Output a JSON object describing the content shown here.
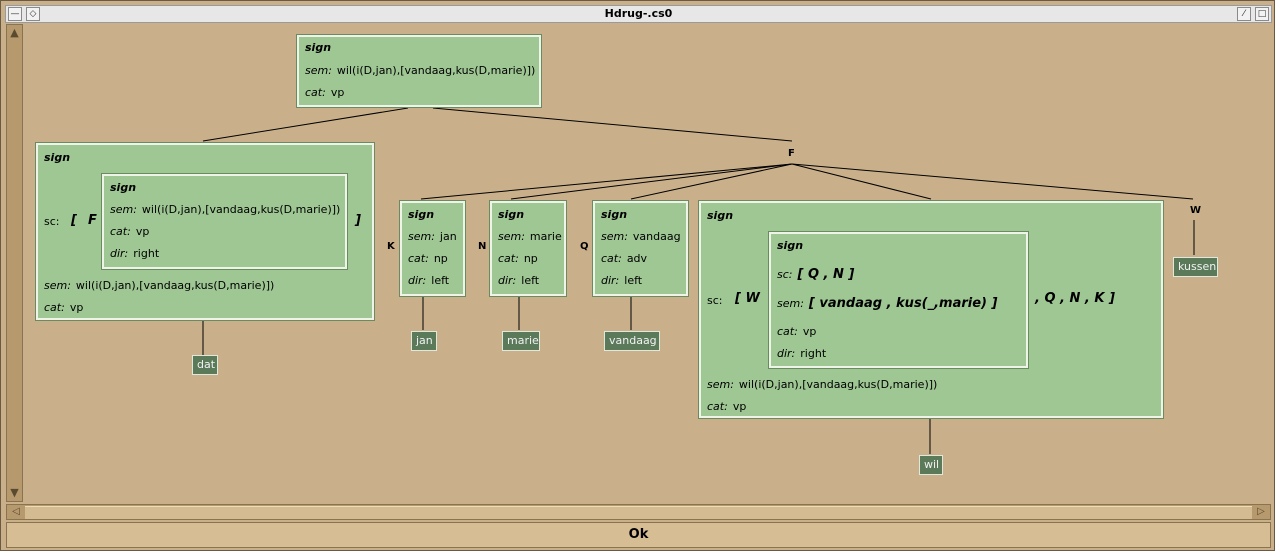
{
  "window": {
    "title": "Hdrug-.cs0",
    "ok_label": "Ok"
  },
  "root": {
    "header": "sign",
    "sem_key": "sem:",
    "sem": "wil(i(D,jan),[vandaag,kus(D,marie)])",
    "cat_key": "cat:",
    "cat": "vp"
  },
  "dat_node": {
    "header": "sign",
    "sc_key": "sc:",
    "sc_open": "[",
    "sc_var": "F",
    "sc_close": "]",
    "inner": {
      "header": "sign",
      "sem_key": "sem:",
      "sem": "wil(i(D,jan),[vandaag,kus(D,marie)])",
      "cat_key": "cat:",
      "cat": "vp",
      "dir_key": "dir:",
      "dir": "right"
    },
    "sem_key": "sem:",
    "sem": "wil(i(D,jan),[vandaag,kus(D,marie)])",
    "cat_key": "cat:",
    "cat": "vp",
    "leaf": "dat"
  },
  "vars": {
    "F": "F",
    "K": "K",
    "N": "N",
    "Q": "Q",
    "W": "W"
  },
  "jan_node": {
    "header": "sign",
    "sem_key": "sem:",
    "sem": "jan",
    "cat_key": "cat:",
    "cat": "np",
    "dir_key": "dir:",
    "dir": "left",
    "leaf": "jan"
  },
  "marie_node": {
    "header": "sign",
    "sem_key": "sem:",
    "sem": "marie",
    "cat_key": "cat:",
    "cat": "np",
    "dir_key": "dir:",
    "dir": "left",
    "leaf": "marie"
  },
  "vandaag_node": {
    "header": "sign",
    "sem_key": "sem:",
    "sem": "vandaag",
    "cat_key": "cat:",
    "cat": "adv",
    "dir_key": "dir:",
    "dir": "left",
    "leaf": "vandaag"
  },
  "wil_node": {
    "header": "sign",
    "sc_key": "sc:",
    "sc_prefix": "[ W",
    "sc_suffix": ", Q  ,  N  ,  K  ]",
    "inner": {
      "header": "sign",
      "sc_key": "sc:",
      "sc": "[  Q  ,  N  ]",
      "sem_key": "sem:",
      "sem": "[  vandaag  ,  kus(_,marie)  ]",
      "cat_key": "cat:",
      "cat": "vp",
      "dir_key": "dir:",
      "dir": "right"
    },
    "sem_key": "sem:",
    "sem": "wil(i(D,jan),[vandaag,kus(D,marie)])",
    "cat_key": "cat:",
    "cat": "vp",
    "leaf": "wil"
  },
  "kussen_leaf": "kussen"
}
